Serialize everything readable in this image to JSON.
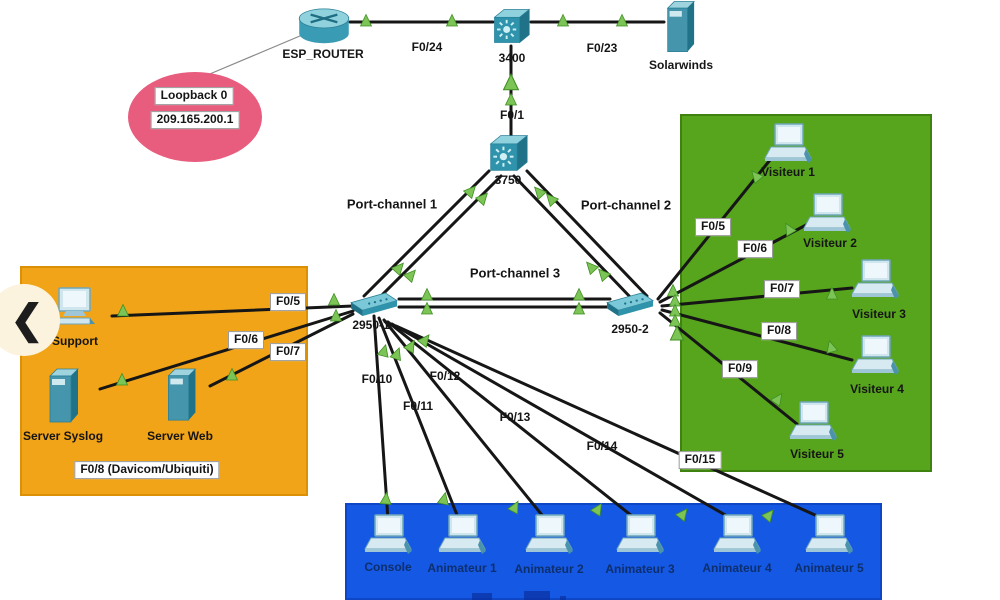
{
  "colors": {
    "zone_orange": "#F2A418",
    "zone_green": "#57A41D",
    "zone_blue": "#1558E3",
    "loopback_pink": "#E85C7E",
    "link_line": "#161616",
    "arrow_green": "#7CC455",
    "device_teal": "#3A9CB4"
  },
  "backbone": {
    "router": "ESP_ROUTER",
    "core_switch": "3400",
    "monitor_server": "Solarwinds",
    "dist_switch": "3750",
    "access_switch_1": "2950-1",
    "access_switch_2": "2950-2",
    "uplink_labels": {
      "router_to_3400": "F0/24",
      "s3400_to_solarwinds": "F0/23",
      "s3400_to_3750": "F0/1"
    },
    "port_channels": [
      "Port-channel 1",
      "Port-channel 2",
      "Port-channel 3"
    ]
  },
  "loopback": {
    "name": "Loopback 0",
    "ip": "209.165.200.1"
  },
  "orange_zone": {
    "hosts": [
      "Support",
      "Server Syslog",
      "Server Web"
    ],
    "ports": [
      "F0/5",
      "F0/6",
      "F0/7"
    ],
    "caption": "F0/8 (Davicom/Ubiquiti)"
  },
  "green_zone": {
    "hosts": [
      "Visiteur 1",
      "Visiteur 2",
      "Visiteur 3",
      "Visiteur 4",
      "Visiteur 5"
    ],
    "ports": [
      "F0/5",
      "F0/6",
      "F0/7",
      "F0/8",
      "F0/9"
    ]
  },
  "blue_zone": {
    "hosts": [
      "Console",
      "Animateur 1",
      "Animateur 2",
      "Animateur 3",
      "Animateur 4",
      "Animateur 5"
    ],
    "ports": [
      "F0/10",
      "F0/11",
      "F0/12",
      "F0/13",
      "F0/14",
      "F0/15"
    ]
  },
  "nav": {
    "back": "❮"
  }
}
